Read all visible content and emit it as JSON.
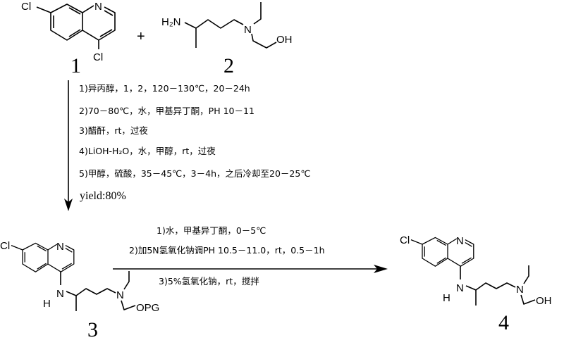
{
  "compounds": {
    "c1": {
      "number": "1",
      "cl7": "Cl",
      "cl4": "Cl",
      "n1": "N"
    },
    "c2": {
      "number": "2",
      "nh2": "H₂N",
      "n": "N",
      "oh": "OH"
    },
    "c3": {
      "number": "3",
      "cl": "Cl",
      "n1": "N",
      "nh_n": "N",
      "nh_h": "H",
      "n": "N",
      "opg": "OPG"
    },
    "c4": {
      "number": "4",
      "cl": "Cl",
      "n1": "N",
      "nh_n": "N",
      "nh_h": "H",
      "n": "N",
      "oh": "OH"
    }
  },
  "plus": "+",
  "step1": {
    "conditions": [
      "1)异丙醇，1，2，120－130℃，20－24h",
      "2)70－80℃，水，甲基异丁酮，PH 10－11",
      "3)醋酐，rt，过夜",
      "4)LiOH-H₂O，水，甲醇，rt，过夜",
      "5)甲醇，硫酸，35－45℃，3－4h，之后冷却至20－25℃"
    ],
    "yield": "yield:80%"
  },
  "step2": {
    "conditions": [
      "1)水，甲基异丁酮，0－5℃",
      "2)加5N氢氧化钠调PH 10.5－11.0，rt，0.5－1h",
      "3)5%氢氧化钠，rt，搅拌"
    ]
  }
}
